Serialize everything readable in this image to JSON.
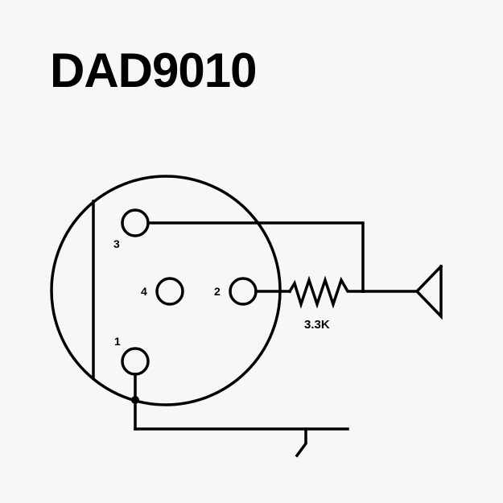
{
  "title": "DAD9010",
  "pins": [
    {
      "number": "1"
    },
    {
      "number": "2"
    },
    {
      "number": "3"
    },
    {
      "number": "4"
    }
  ],
  "resistor": {
    "value": "3.3K"
  }
}
